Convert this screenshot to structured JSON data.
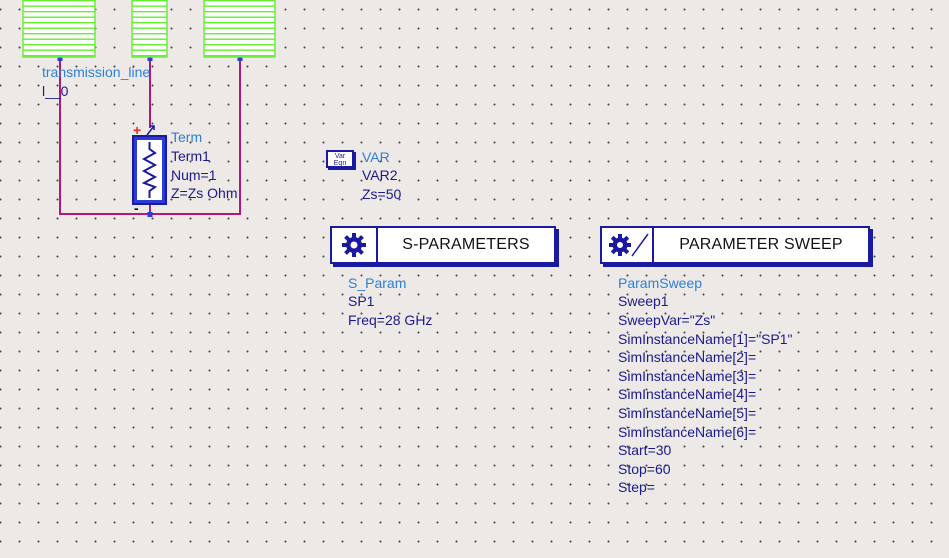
{
  "colors": {
    "canvas": "#ede9e6",
    "wire": "#b0177f",
    "symbol": "#1a1aa0",
    "instance_name": "#2e7fd6",
    "params": "#1a1a8c",
    "tline_fill": "#66ee33"
  },
  "tline": {
    "name": "transmission_line",
    "instance": "l__0"
  },
  "term": {
    "name": "Term",
    "instance": "Term1",
    "num": "Num=1",
    "z": "Z=Zs Ohm",
    "plus": "+",
    "minus": "-"
  },
  "var": {
    "icon_top": "Var",
    "icon_bottom": "Eqn",
    "name": "VAR",
    "instance": "VAR2",
    "zs": "Zs=50"
  },
  "sparam": {
    "title": "S-PARAMETERS",
    "name": "S_Param",
    "instance": "SP1",
    "freq": "Freq=28 GHz"
  },
  "sweep": {
    "title": "PARAMETER SWEEP",
    "name": "ParamSweep",
    "instance": "Sweep1",
    "params": [
      "SweepVar=\"Zs\"",
      "SimInstanceName[1]=\"SP1\"",
      "SimInstanceName[2]=",
      "SimInstanceName[3]=",
      "SimInstanceName[4]=",
      "SimInstanceName[5]=",
      "SimInstanceName[6]=",
      "Start=30",
      "Stop=60",
      "Step="
    ]
  },
  "icons": [
    "sim-gear-icon",
    "sim-gear-sweep-icon",
    "resistor-zigzag-icon",
    "var-eqn-icon"
  ]
}
